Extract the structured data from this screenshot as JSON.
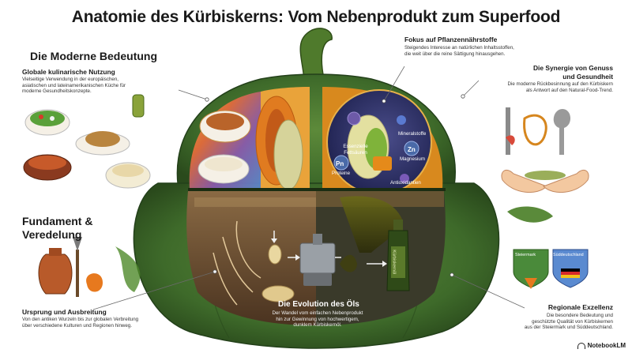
{
  "title": "Anatomie des Kürbiskerns: Vom Nebenprodukt zum Superfood",
  "left_top": {
    "heading": "Die Moderne Bedeutung",
    "sub_title": "Globale kulinarische Nutzung",
    "sub_text_lines": [
      "Vielseitige Verwendung in der europäischen,",
      "asiatischen und lateinamerikanischen Küche für",
      "moderne Gesundheitskonzepte."
    ]
  },
  "left_bottom": {
    "heading_lines": [
      "Fundament &",
      "Veredelung"
    ],
    "sub_title": "Ursprung und Ausbreitung",
    "sub_text_lines": [
      "Von den antiken Wurzeln bis zur globalen Verbreitung",
      "über verschiedene Kulturen und Regionen hinweg."
    ]
  },
  "right_top": {
    "title": "Fokus auf Pflanzennährstoffe",
    "text_lines": [
      "Steigendes Interesse an natürlichen Inhaltsstoffen,",
      "die weit über die reine Sättigung hinausgehen."
    ]
  },
  "right_mid": {
    "title_lines": [
      "Die Synergie von Genuss",
      "und Gesundheit"
    ],
    "text_lines": [
      "Die moderne Rückbesinnung auf den Kürbiskern",
      "als Antwort auf den Natural-Food-Trend."
    ]
  },
  "right_bottom": {
    "title": "Regionale Exzellenz",
    "text_lines": [
      "Die besondere Bedeutung und",
      "geschützte Qualität von Kürbiskernen",
      "aus der Steiermark und Süddeutschland."
    ]
  },
  "center_bottom": {
    "title": "Die Evolution des Öls",
    "text_lines": [
      "Der Wandel vom einfachen Nebenprodukt",
      "hin zur Gewinnung von hochwertigem,",
      "dunklem Kürbiskernöl."
    ]
  },
  "seed_labels": {
    "essential": [
      "Essenzielle",
      "Fettsäuren"
    ],
    "mineral": "Mineralstoffe",
    "zn": "Zn",
    "magnesium": "Magnesium",
    "pn": "Pn",
    "protein": "Proteine",
    "antiox": "Antioxidantien"
  },
  "bottle_label": "Kürbiskernöl",
  "badges": [
    "Steiermark",
    "Süddeutschland"
  ],
  "brand": "NotebookLM",
  "colors": {
    "pumpkin_green": "#3f6b2c",
    "pumpkin_orange": "#e88a1c",
    "soil": "#6b4a2a",
    "oil": "#3a3a10",
    "dark_purple": "#2a2a5a"
  }
}
